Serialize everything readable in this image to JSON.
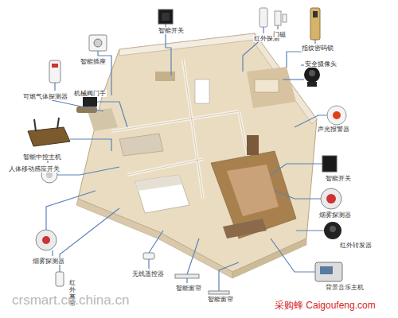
{
  "diagram": {
    "labels": [
      "智能插座",
      "智能开关",
      "红外探测",
      "门磁",
      "指纹密码锁",
      "安全摄像头",
      "机械阀门手",
      "可燃气体探测器",
      "智能中控主机",
      "人体移动感应开关",
      "声光报警器",
      "智能开关",
      "烟雾探测器",
      "红外转发器",
      "烟雾探测器",
      "红外幕帘",
      "无线遥控器",
      "智能窗帘",
      "智能窗帘",
      "背景音乐主机",
      "crsmart.cn.china.cn",
      "采购蜂 Caigoufeng.com"
    ]
  }
}
